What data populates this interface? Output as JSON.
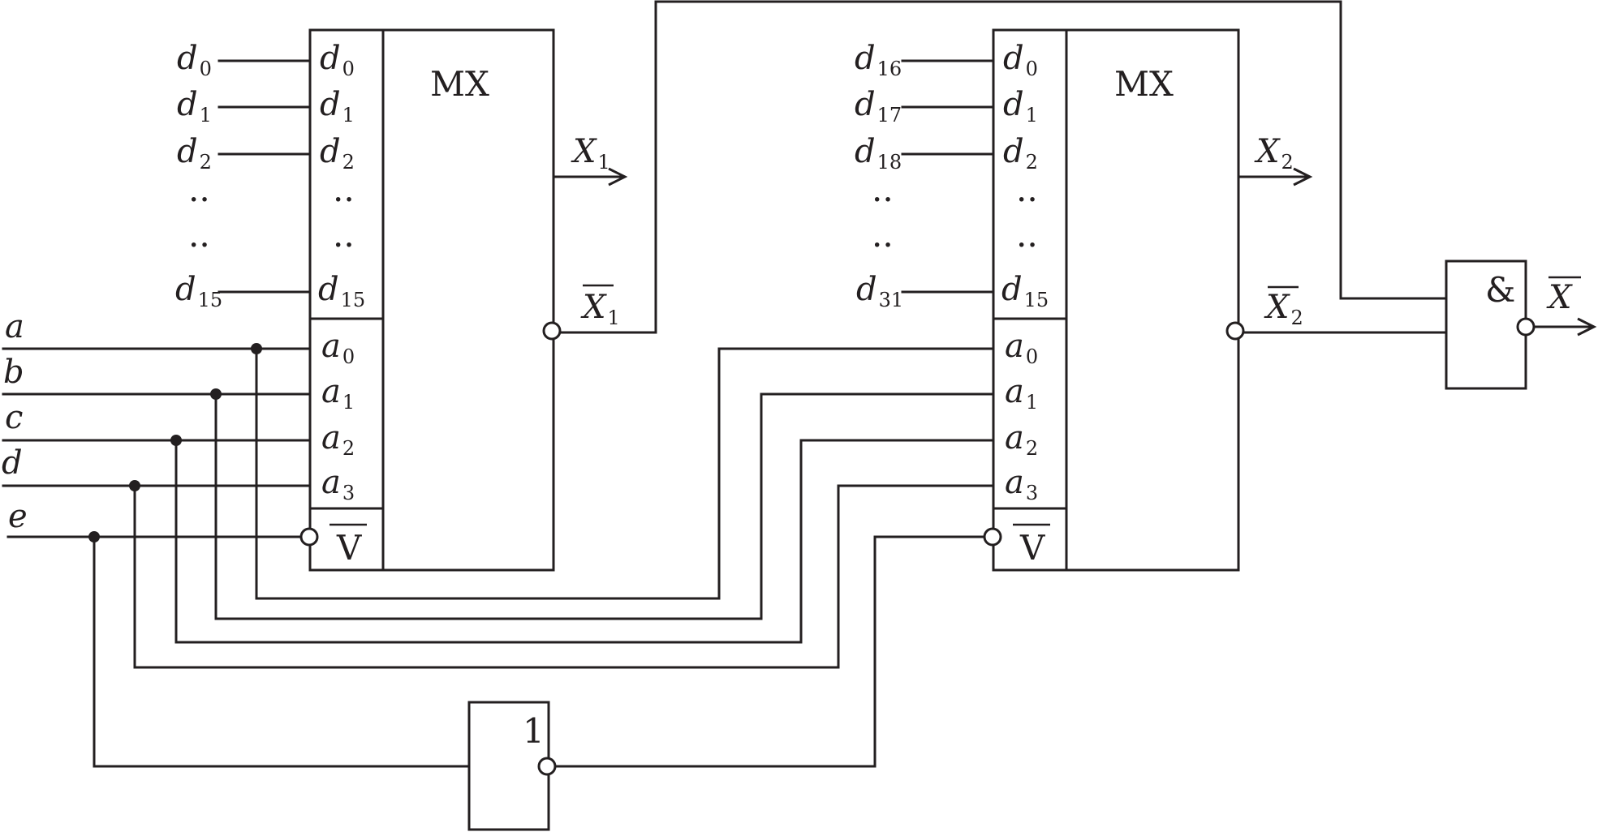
{
  "mux1": {
    "title": "MX",
    "data_ext_labels": [
      {
        "base": "d",
        "sub": "0"
      },
      {
        "base": "d",
        "sub": "1"
      },
      {
        "base": "d",
        "sub": "2"
      },
      {
        "base": "d",
        "sub": "15"
      }
    ],
    "data_pin_labels": [
      {
        "base": "d",
        "sub": "0"
      },
      {
        "base": "d",
        "sub": "1"
      },
      {
        "base": "d",
        "sub": "2"
      },
      {
        "base": "d",
        "sub": "15"
      }
    ],
    "addr_pin_labels": [
      {
        "base": "a",
        "sub": "0"
      },
      {
        "base": "a",
        "sub": "1"
      },
      {
        "base": "a",
        "sub": "2"
      },
      {
        "base": "a",
        "sub": "3"
      }
    ],
    "enable_label": "V",
    "out_label": {
      "base": "X",
      "sub": "1"
    },
    "out_inv_label": {
      "base": "X",
      "sub": "1"
    }
  },
  "mux2": {
    "title": "MX",
    "data_ext_labels": [
      {
        "base": "d",
        "sub": "16"
      },
      {
        "base": "d",
        "sub": "17"
      },
      {
        "base": "d",
        "sub": "18"
      },
      {
        "base": "d",
        "sub": "31"
      }
    ],
    "data_pin_labels": [
      {
        "base": "d",
        "sub": "0"
      },
      {
        "base": "d",
        "sub": "1"
      },
      {
        "base": "d",
        "sub": "2"
      },
      {
        "base": "d",
        "sub": "15"
      }
    ],
    "addr_pin_labels": [
      {
        "base": "a",
        "sub": "0"
      },
      {
        "base": "a",
        "sub": "1"
      },
      {
        "base": "a",
        "sub": "2"
      },
      {
        "base": "a",
        "sub": "3"
      }
    ],
    "enable_label": "V",
    "out_label": {
      "base": "X",
      "sub": "2"
    },
    "out_inv_label": {
      "base": "X",
      "sub": "2"
    }
  },
  "ellipsis": "..",
  "inputs": [
    "a",
    "b",
    "c",
    "d",
    "e"
  ],
  "not_gate": {
    "label": "1"
  },
  "and_gate": {
    "label": "&"
  },
  "output": {
    "label": "X"
  }
}
